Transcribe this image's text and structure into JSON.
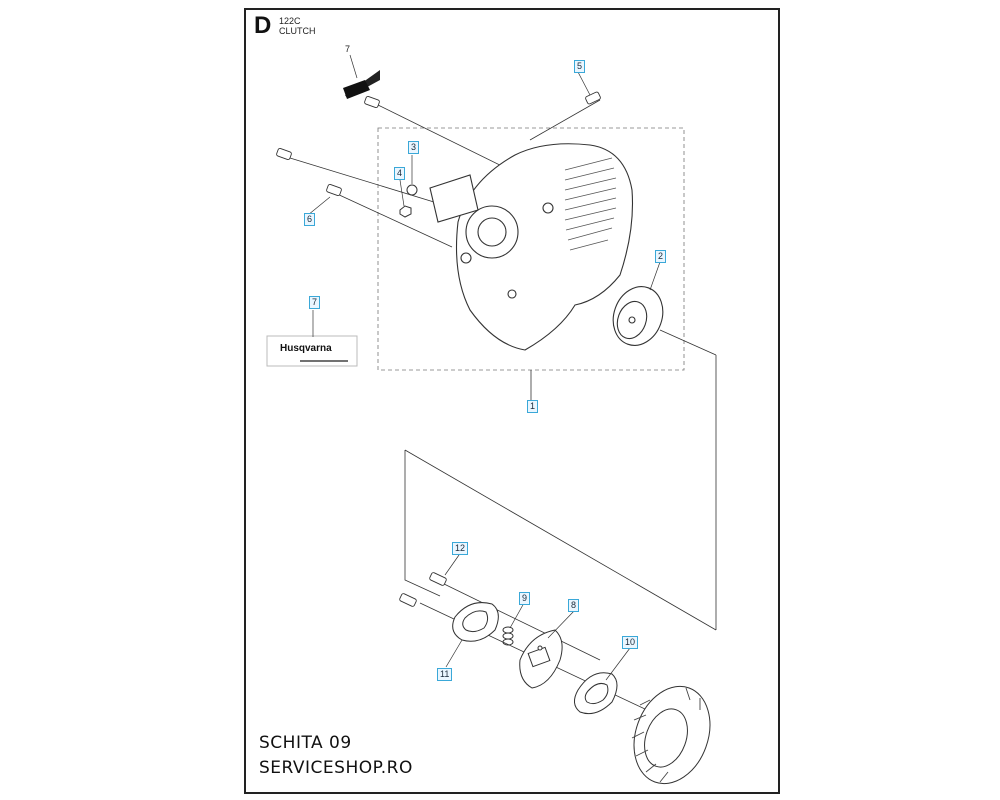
{
  "header": {
    "section": "D",
    "model": "122C",
    "title": "CLUTCH"
  },
  "callouts": {
    "c1": "1",
    "c2": "2",
    "c3": "3",
    "c4": "4",
    "c5": "5",
    "c6": "6",
    "c7a": "7",
    "c7b": "7",
    "c8": "8",
    "c9": "9",
    "c10": "10",
    "c11": "11",
    "c12": "12"
  },
  "decal": {
    "brand": "Husqvarna"
  },
  "footer": {
    "line1": "SCHITA 09",
    "line2": "SERVICESHOP.RO"
  }
}
